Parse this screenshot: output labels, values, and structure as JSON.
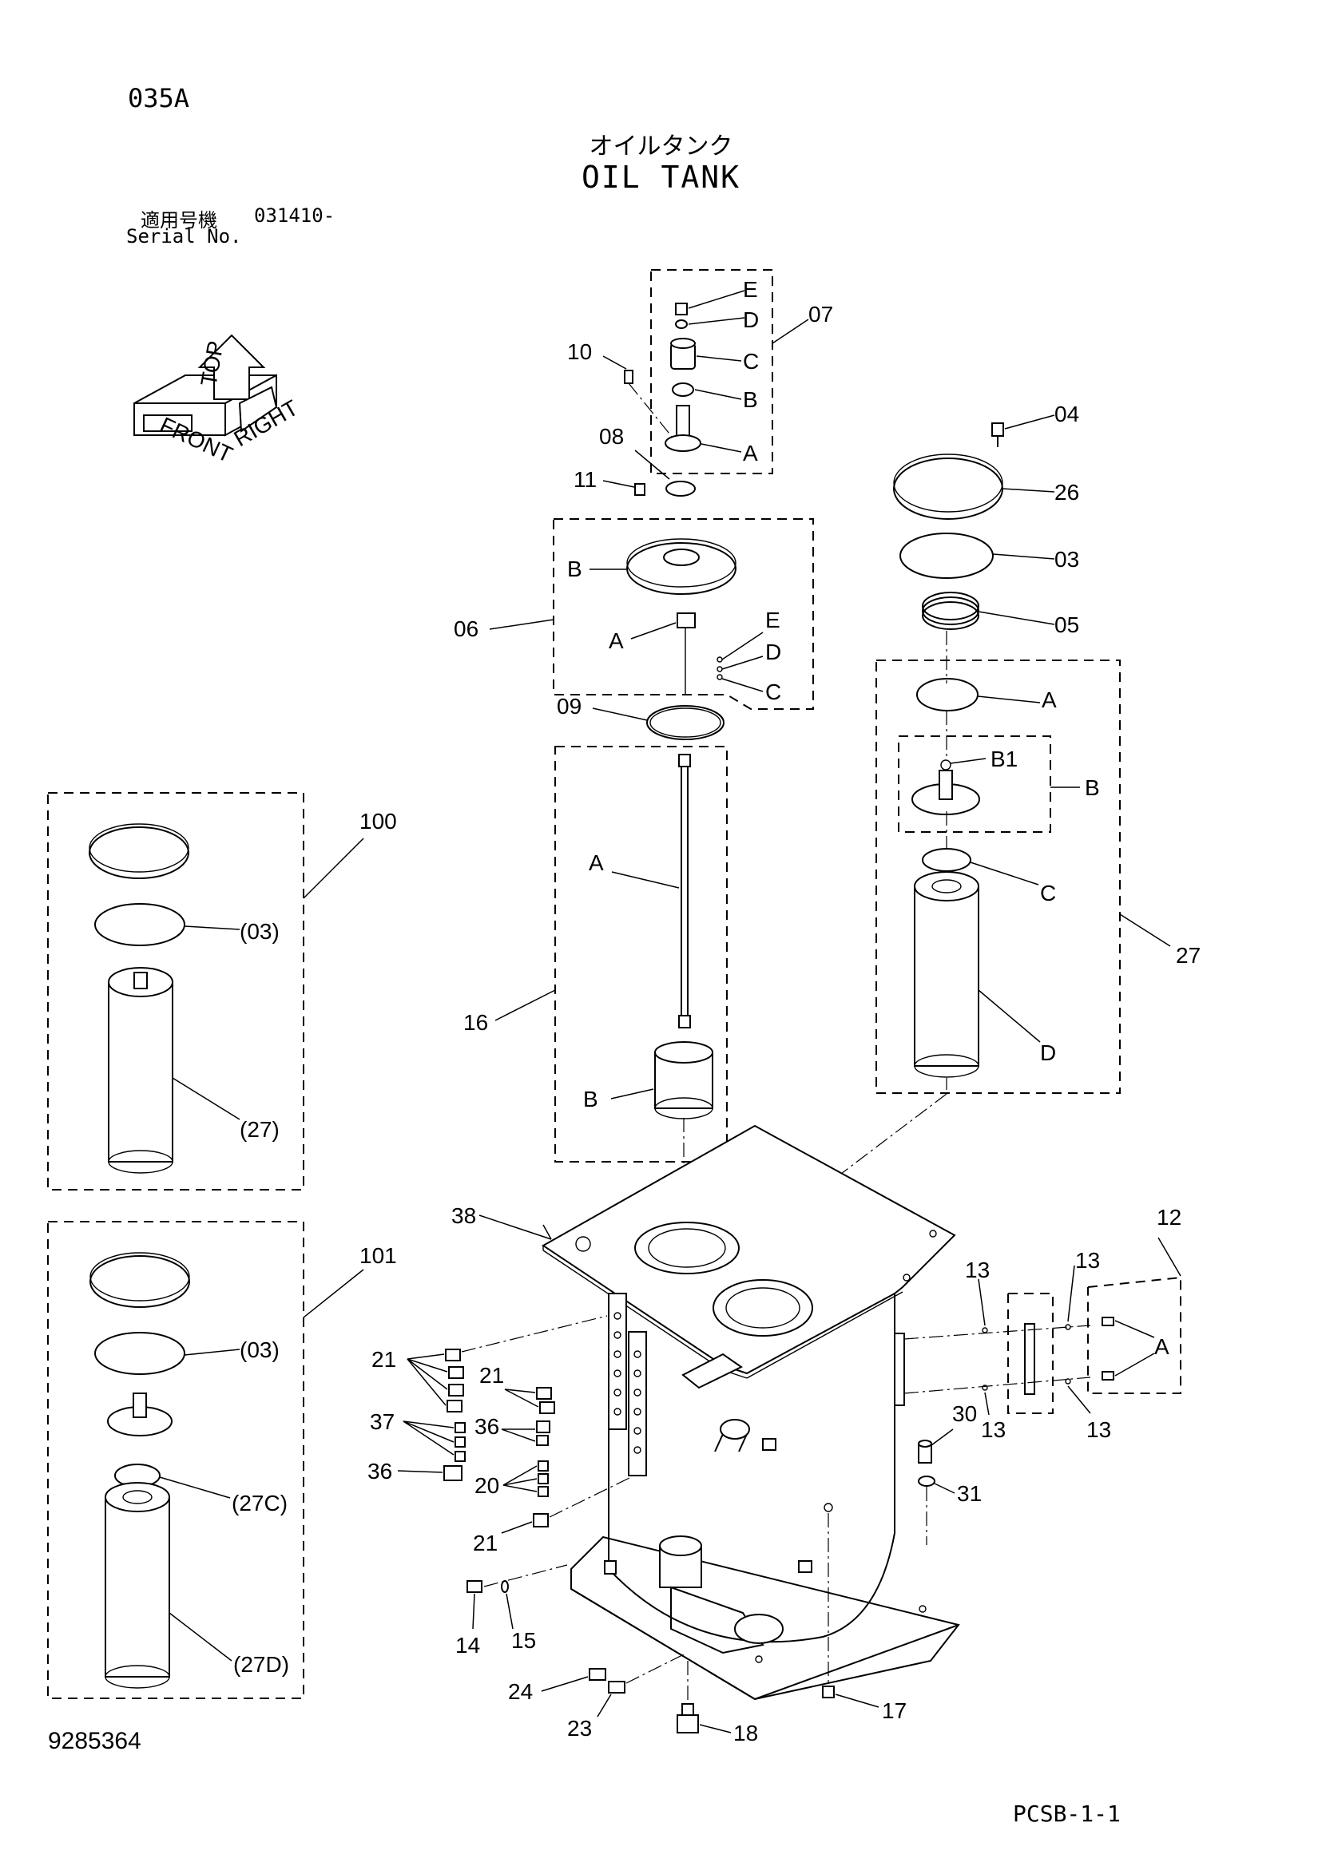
{
  "header": {
    "page_code": "035A",
    "title_jp": "オイルタンク",
    "title_en": "OIL TANK",
    "serial_label_jp": "適用号機",
    "serial_number": "031410-",
    "serial_label_en": "Serial No."
  },
  "orientation": {
    "front": "FRONT",
    "top": "TOP",
    "right": "RIGHT"
  },
  "callouts": {
    "c07": "07",
    "c07_e": "E",
    "c07_d": "D",
    "c07_c": "C",
    "c07_b": "B",
    "c07_a": "A",
    "c10": "10",
    "c08": "08",
    "c11": "11",
    "c06": "06",
    "c06_b": "B",
    "c06_a": "A",
    "c06_e": "E",
    "c06_d": "D",
    "c06_c": "C",
    "c09": "09",
    "c16": "16",
    "c16_a": "A",
    "c16_b": "B",
    "c04": "04",
    "c26": "26",
    "c03": "03",
    "c05": "05",
    "c27": "27",
    "c27_a": "A",
    "c27_b1": "B1",
    "c27_b": "B",
    "c27_c": "C",
    "c27_d": "D",
    "c100": "100",
    "c100_03": "(03)",
    "c100_27": "(27)",
    "c101": "101",
    "c101_03": "(03)",
    "c101_27c": "(27C)",
    "c101_27d": "(27D)",
    "c38": "38",
    "c12": "12",
    "c13_a": "13",
    "c13_b": "13",
    "c13_c": "13",
    "c13_d": "13",
    "c12_a": "A",
    "c21_a": "21",
    "c21_b": "21",
    "c21_c": "21",
    "c37": "37",
    "c36_a": "36",
    "c36_b": "36",
    "c20": "20",
    "c30": "30",
    "c31": "31",
    "c14": "14",
    "c15": "15",
    "c24": "24",
    "c23": "23",
    "c18": "18",
    "c17": "17"
  },
  "footer": {
    "document_number": "9285364",
    "sheet_ref": "PCSB-1-1"
  }
}
